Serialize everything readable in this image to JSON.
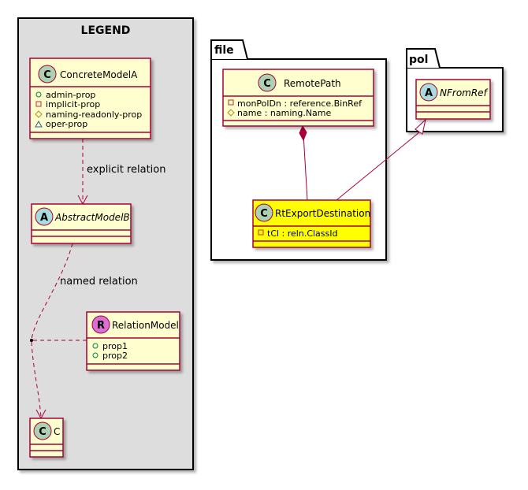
{
  "colors": {
    "class_fill": "#FEFECE",
    "class_border": "#A80036",
    "highlight_fill": "#FFFF00",
    "legend_fill": "#DDDDDD",
    "circle_c": "#ADD1B2",
    "circle_a": "#A9DCDF",
    "circle_r": "#DA70D6",
    "line": "#A80036"
  },
  "packages": {
    "legend": {
      "title": "LEGEND"
    },
    "file": {
      "title": "file"
    },
    "pol": {
      "title": "pol"
    }
  },
  "classes": {
    "concrete_model_a": {
      "stereotype": "C",
      "name": "ConcreteModelA",
      "attributes": [
        {
          "visibility": "public",
          "text": "admin-prop"
        },
        {
          "visibility": "private",
          "text": "implicit-prop"
        },
        {
          "visibility": "protected",
          "text": "naming-readonly-prop"
        },
        {
          "visibility": "package",
          "text": "oper-prop"
        }
      ]
    },
    "abstract_model_b": {
      "stereotype": "A",
      "name": "AbstractModelB",
      "attributes": []
    },
    "relation_model": {
      "stereotype": "R",
      "name": "RelationModel",
      "attributes": [
        {
          "visibility": "public",
          "text": "prop1"
        },
        {
          "visibility": "public",
          "text": "prop2"
        }
      ]
    },
    "c": {
      "stereotype": "C",
      "name": "C",
      "attributes": []
    },
    "remote_path": {
      "stereotype": "C",
      "name": "RemotePath",
      "attributes": [
        {
          "visibility": "private",
          "text": "monPolDn : reference.BinRef"
        },
        {
          "visibility": "protected",
          "text": "name : naming.Name"
        }
      ]
    },
    "rt_export_destination": {
      "stereotype": "C",
      "name": "RtExportDestination",
      "attributes": [
        {
          "visibility": "private",
          "text": "tCl : reln.ClassId"
        }
      ]
    },
    "n_from_ref": {
      "stereotype": "A",
      "name": "NFromRef",
      "attributes": []
    }
  },
  "relations": {
    "explicit": "explicit relation",
    "named": "named relation"
  }
}
